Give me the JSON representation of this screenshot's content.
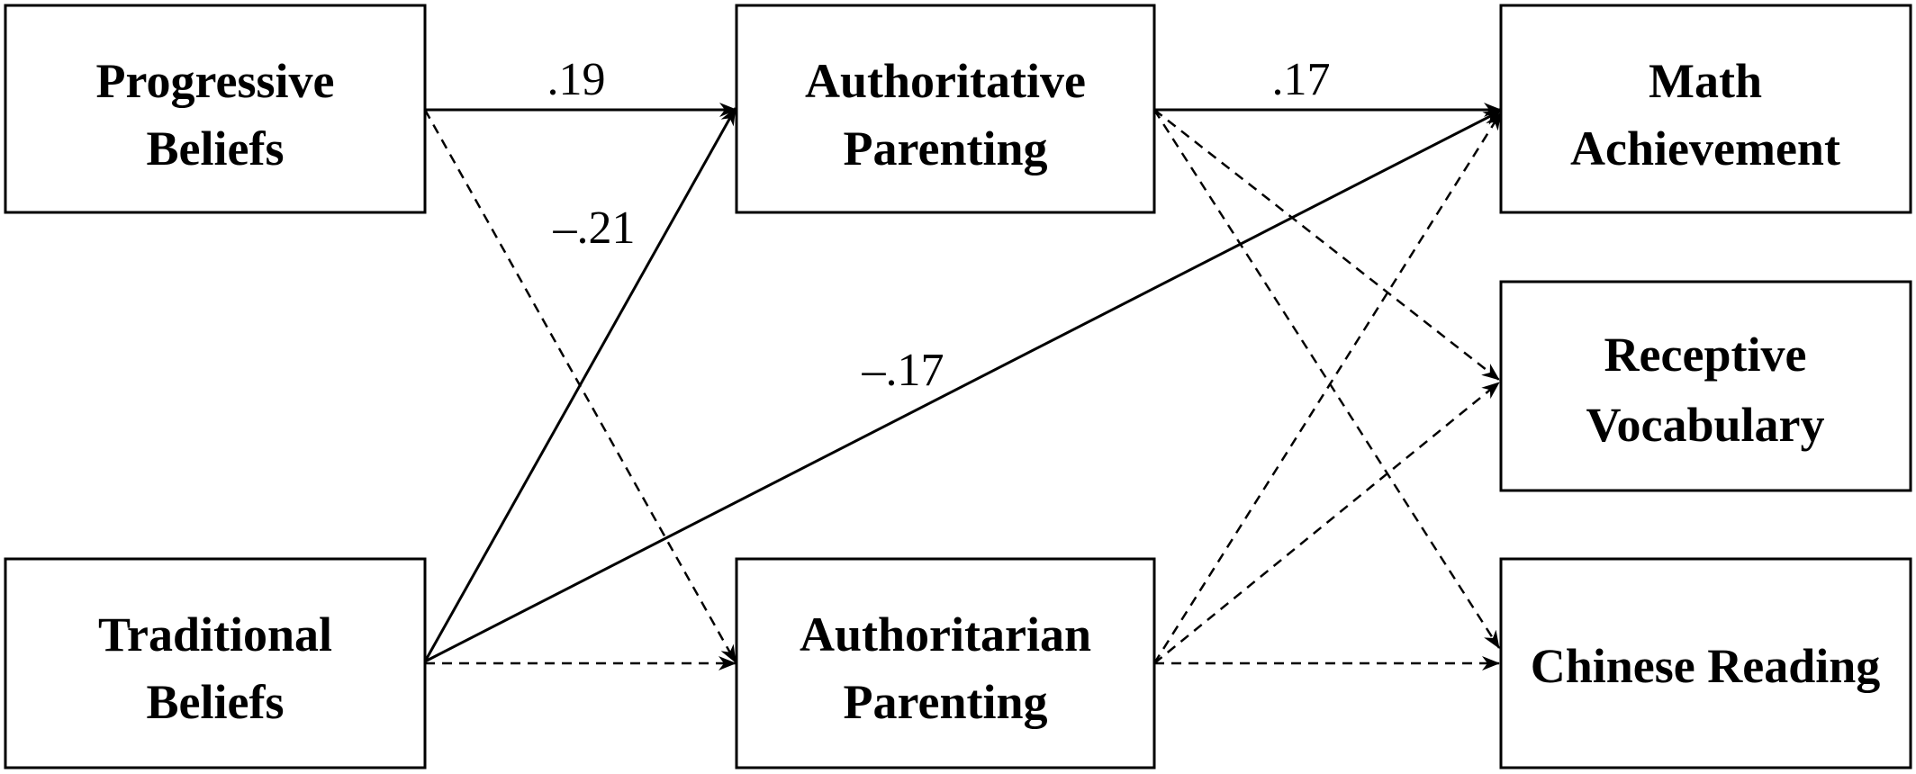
{
  "nodes": {
    "progressive": {
      "line1": "Progressive",
      "line2": "Beliefs"
    },
    "traditional": {
      "line1": "Traditional",
      "line2": "Beliefs"
    },
    "authoritative": {
      "line1": "Authoritative",
      "line2": "Parenting"
    },
    "authoritarian": {
      "line1": "Authoritarian",
      "line2": "Parenting"
    },
    "math": {
      "line1": "Math",
      "line2": "Achievement"
    },
    "vocabulary": {
      "line1": "Receptive",
      "line2": "Vocabulary"
    },
    "reading": {
      "line1": "Chinese Reading"
    }
  },
  "paths": {
    "progressive_to_authoritative": ".19",
    "traditional_to_authoritative": "–.21",
    "traditional_to_math": "–.17",
    "authoritative_to_math": ".17"
  },
  "colors": {
    "line": "#000000",
    "background": "#ffffff"
  }
}
